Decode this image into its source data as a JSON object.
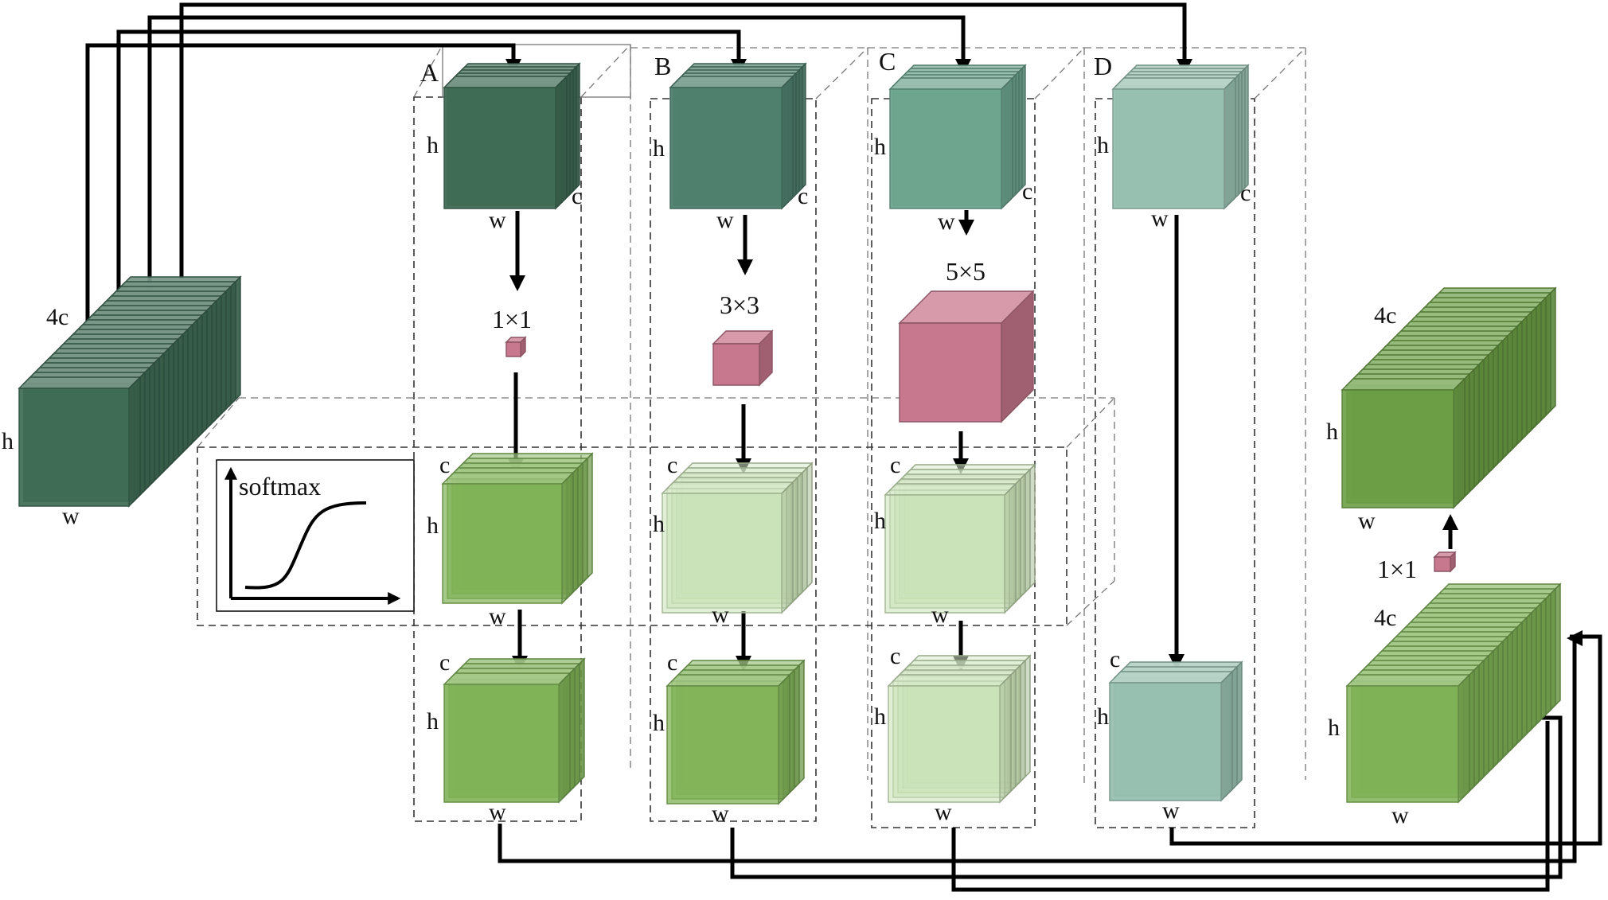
{
  "branches": [
    {
      "label": "A",
      "kernel": "1×1"
    },
    {
      "label": "B",
      "kernel": "3×3"
    },
    {
      "label": "C",
      "kernel": "5×5"
    },
    {
      "label": "D"
    }
  ],
  "dims": {
    "h": "h",
    "w": "w",
    "c": "c",
    "four_c": "4c"
  },
  "softmax_label": "softmax",
  "fusion_kernel": "1×1",
  "colors": {
    "input_dark": "#3f6b55",
    "branch_a": "#3f6b55",
    "branch_b": "#4f806e",
    "branch_c": "#6da48e",
    "branch_d": "#98c0b0",
    "kernel_pink": "#c8788e",
    "attention_green": "#7fb256",
    "light_green": "#c9e2b6",
    "output_green": "#6b9e45"
  }
}
